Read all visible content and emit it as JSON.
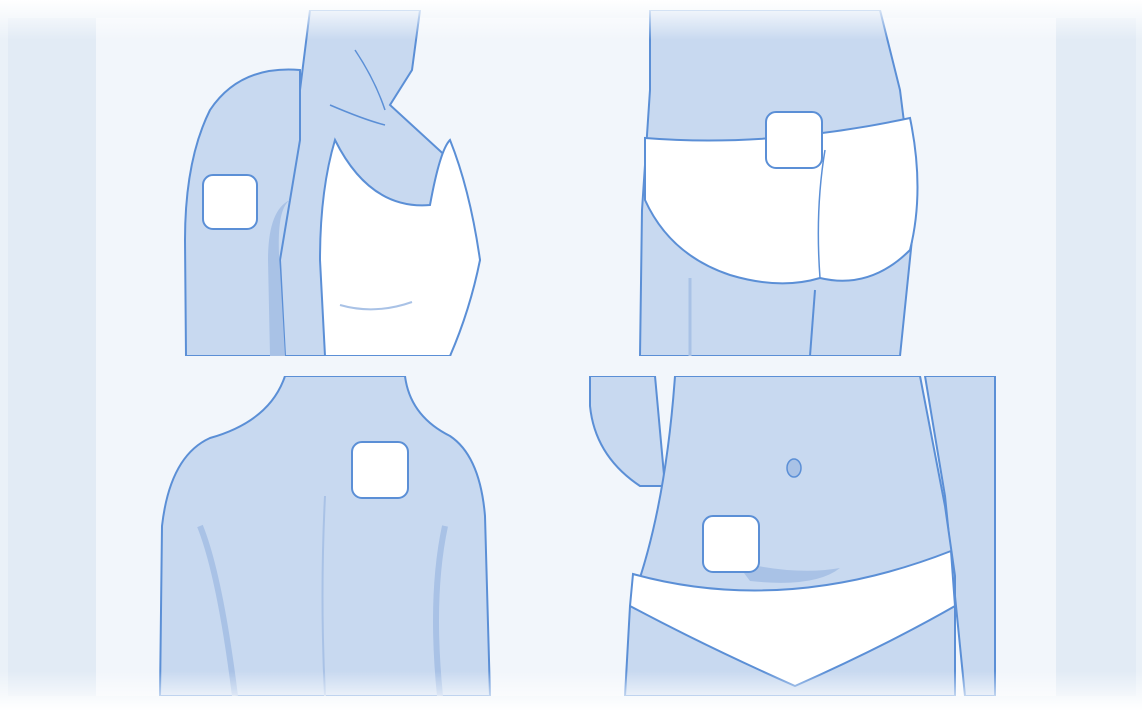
{
  "figure": {
    "colors": {
      "skin": "#c8d9f0",
      "skin_shadow": "#a9c2e6",
      "outline": "#5b8fd6",
      "clothing": "#ffffff",
      "patch": "#ffffff",
      "background": "#f2f6fb",
      "border": "#e2ebf5"
    },
    "panels": [
      {
        "id": "upper-arm",
        "patch_icon": "sensor-patch-icon"
      },
      {
        "id": "lower-back-buttock",
        "patch_icon": "sensor-patch-icon"
      },
      {
        "id": "upper-back",
        "patch_icon": "sensor-patch-icon"
      },
      {
        "id": "abdomen",
        "patch_icon": "sensor-patch-icon"
      }
    ]
  }
}
